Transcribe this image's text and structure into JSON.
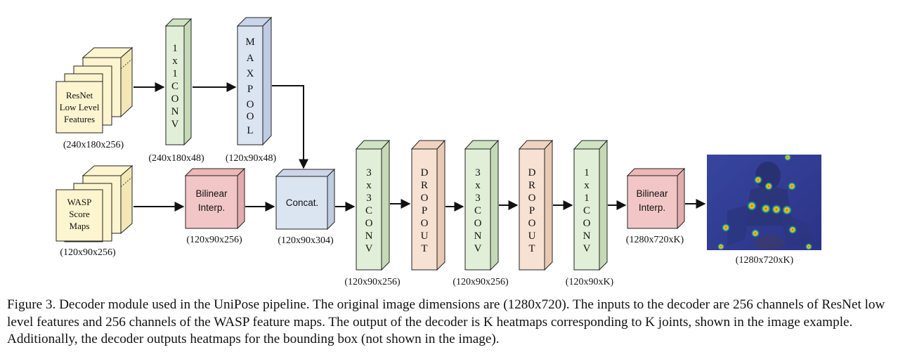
{
  "diagram": {
    "inputs": {
      "resnet": {
        "lines": [
          "ResNet",
          "Low Level",
          "Features"
        ],
        "dims": "(240x180x256)"
      },
      "wasp": {
        "lines": [
          "WASP",
          "Score",
          "Maps"
        ],
        "dims": "(120x90x256)"
      }
    },
    "conv1x1_top": {
      "letters": [
        "1",
        "x",
        "1",
        "C",
        "O",
        "N",
        "V"
      ],
      "dims": "(240x180x48)"
    },
    "maxpool": {
      "letters": [
        "M",
        "A",
        "X",
        "",
        "P",
        "O",
        "O",
        "L"
      ],
      "dims": "(120x90x48)"
    },
    "bilinear1": {
      "lines": [
        "Bilinear",
        "Interp."
      ],
      "dims": "(120x90x256)"
    },
    "concat": {
      "label": "Concat.",
      "dims": "(120x90x304)"
    },
    "conv3x3_a": {
      "letters": [
        "3",
        "x",
        "3",
        "C",
        "O",
        "N",
        "V"
      ],
      "dims": "(120x90x256)"
    },
    "dropout_a": {
      "letters": [
        "D",
        "R",
        "O",
        "P",
        "O",
        "U",
        "T"
      ]
    },
    "conv3x3_b": {
      "letters": [
        "3",
        "x",
        "3",
        "C",
        "O",
        "N",
        "V"
      ],
      "dims": "(120x90x256)"
    },
    "dropout_b": {
      "letters": [
        "D",
        "R",
        "O",
        "P",
        "O",
        "U",
        "T"
      ]
    },
    "conv1x1_out": {
      "letters": [
        "1",
        "x",
        "1",
        "C",
        "O",
        "N",
        "V"
      ],
      "dims": "(120x90xK)"
    },
    "bilinear2": {
      "lines": [
        "Bilinear",
        "Interp."
      ],
      "dims": "(1280x720xK)"
    },
    "output_image": {
      "dims": "(1280x720xK)"
    },
    "colors": {
      "yellow": "#fdf5cf",
      "green": "#e2efd8",
      "blue": "#dbe4f1",
      "peach": "#f7e1d2",
      "red": "#f2c6c6",
      "heat_blue": "#3a4aa8"
    }
  },
  "caption": "Figure 3. Decoder module used in the UniPose pipeline. The original image dimensions are (1280x720). The inputs to the decoder are 256 channels of ResNet low level features and 256 channels of the WASP feature maps. The output of the decoder is K heatmaps corresponding to K joints, shown in the image example. Additionally, the decoder outputs heatmaps for the bounding box (not shown in the image)."
}
